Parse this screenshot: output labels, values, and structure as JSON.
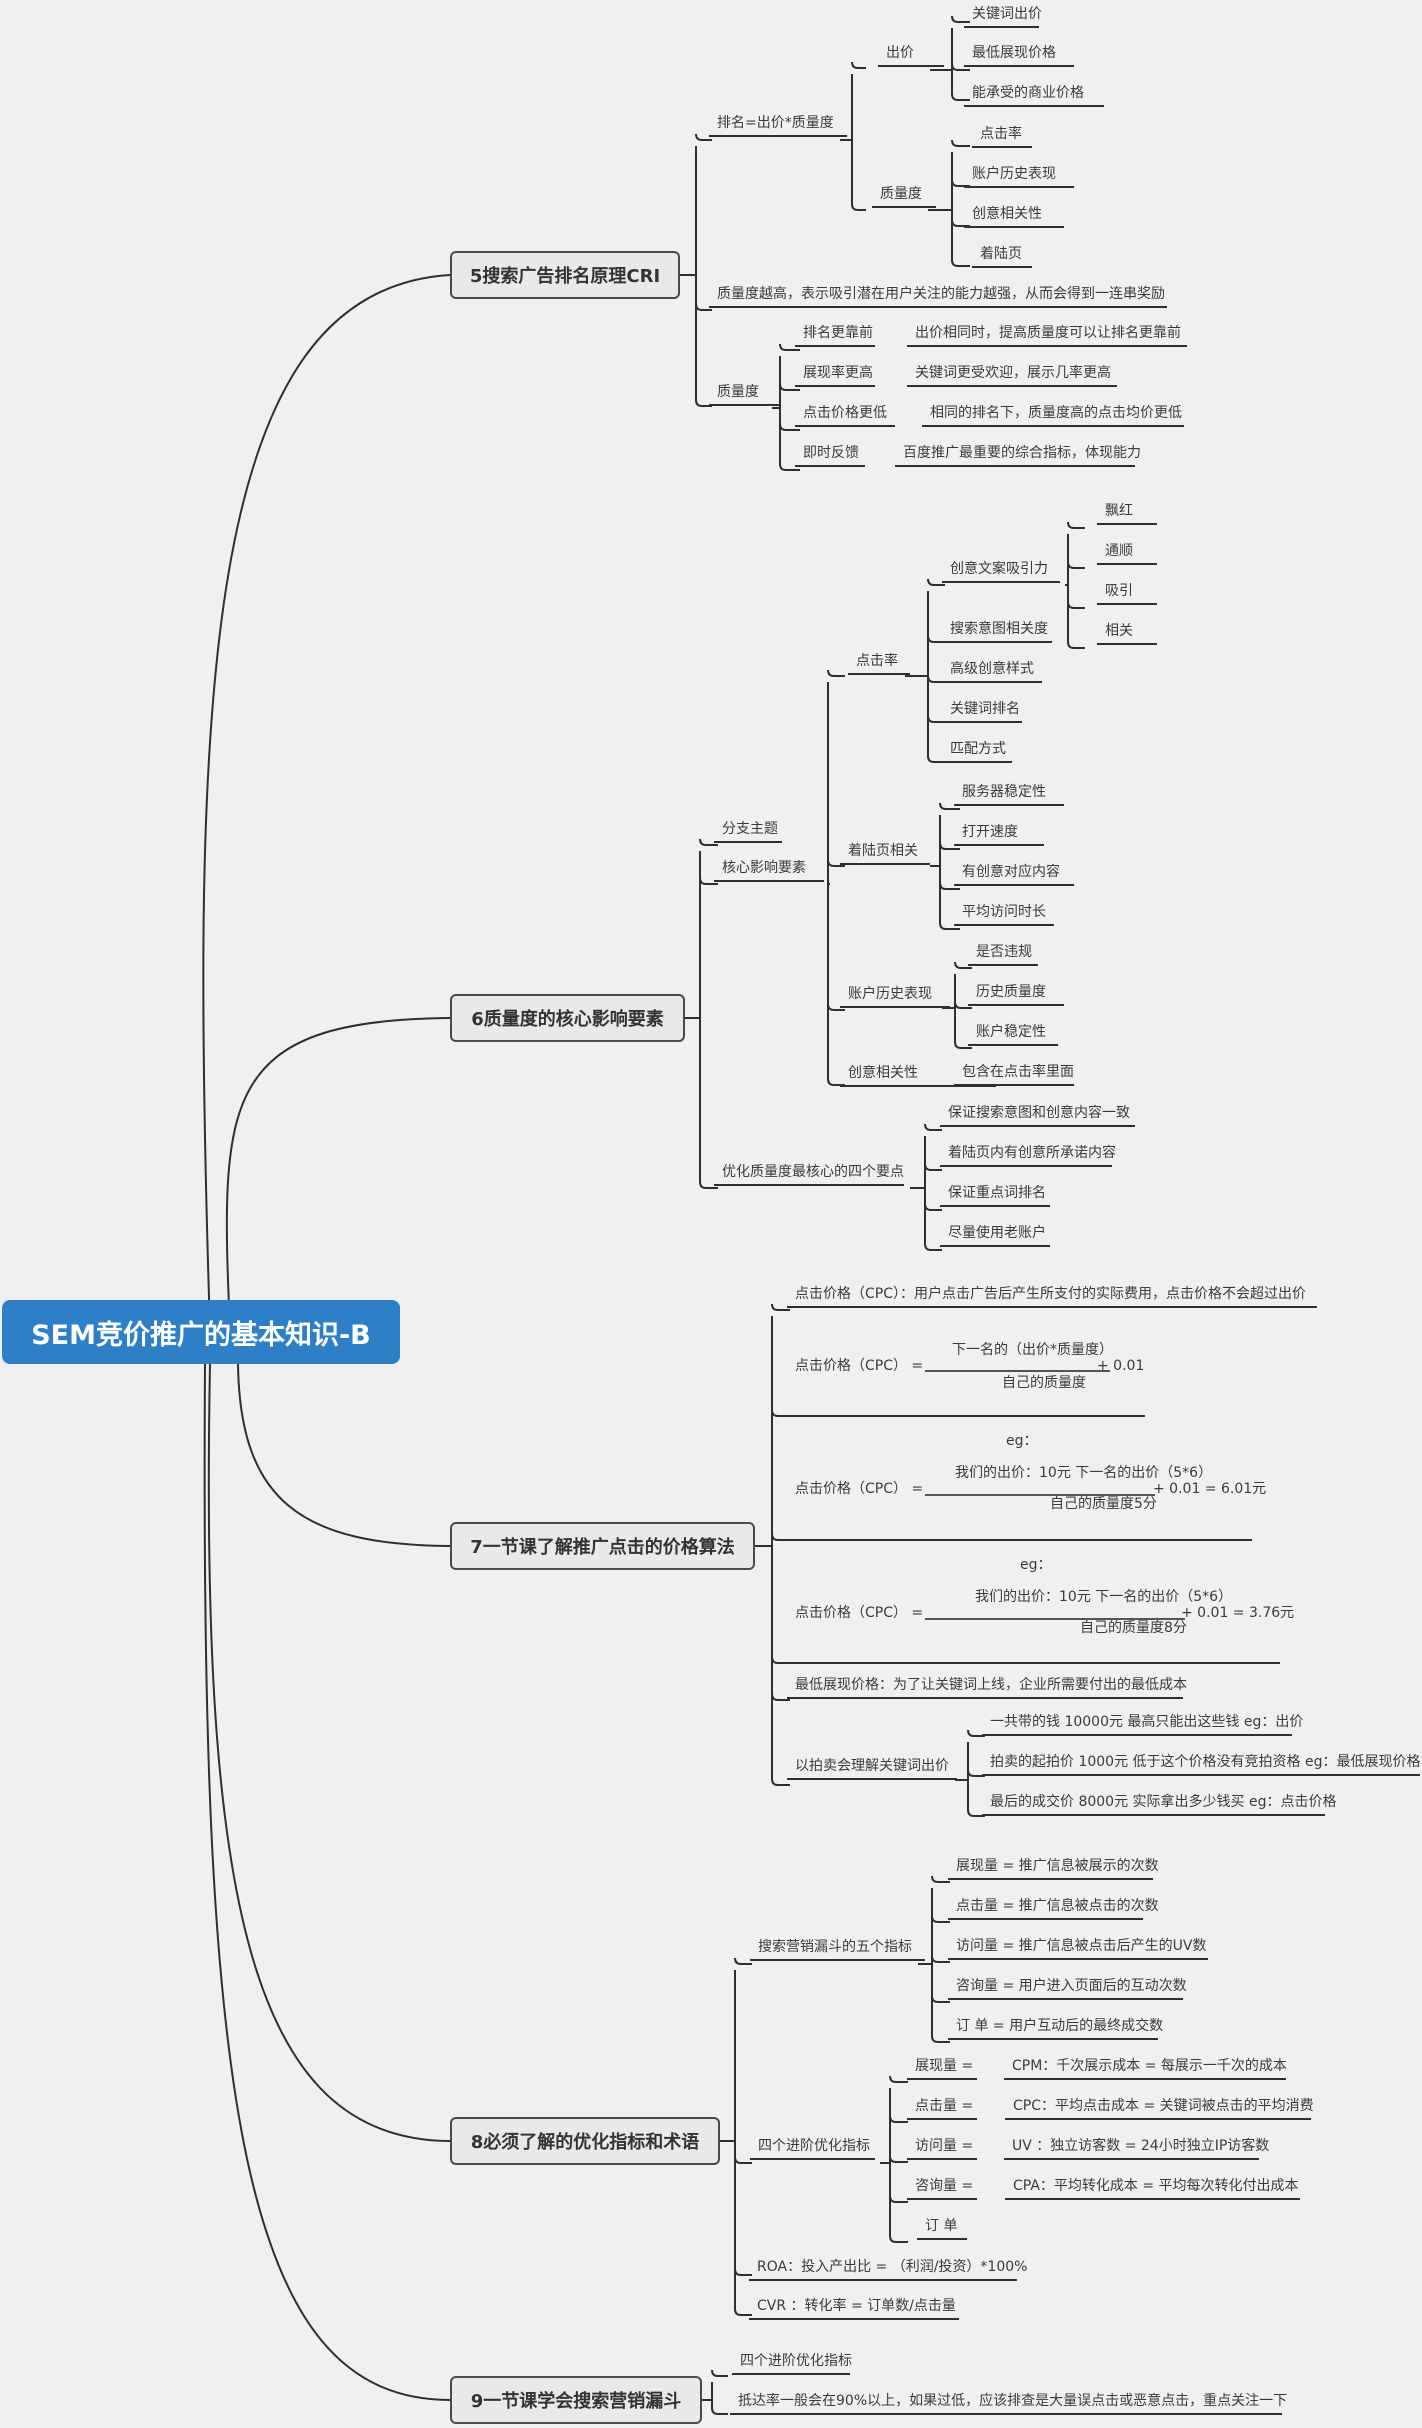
{
  "root": "SEM竞价推广的基本知识-B",
  "m5": {
    "title": "5搜索广告排名原理CRI",
    "rank": "排名=出价*质量度",
    "bid": "出价",
    "bid_items": [
      "关键词出价",
      "最低展现价格",
      "能承受的商业价格"
    ],
    "qd": "质量度",
    "qd_items": [
      "点击率",
      "账户历史表现",
      "创意相关性",
      "着陆页"
    ],
    "qd_note": "质量度越高，表示吸引潜在用户关注的能力越强，从而会得到一连串奖励",
    "qd2": "质量度",
    "qd2_items": [
      {
        "k": "排名更靠前",
        "v": "出价相同时，提高质量度可以让排名更靠前"
      },
      {
        "k": "展现率更高",
        "v": "关键词更受欢迎，展示几率更高"
      },
      {
        "k": "点击价格更低",
        "v": "相同的排名下，质量度高的点击均价更低"
      },
      {
        "k": "即时反馈",
        "v": "百度推广最重要的综合指标，体现能力"
      }
    ]
  },
  "m6": {
    "title": "6质量度的核心影响要素",
    "branch": "分支主题",
    "core": "核心影响要素",
    "ctr": "点击率",
    "creative": "创意文案吸引力",
    "creative_items": [
      "飘红",
      "通顺",
      "吸引",
      "相关"
    ],
    "ctr_items": [
      "搜索意图相关度",
      "高级创意样式",
      "关键词排名",
      "匹配方式"
    ],
    "landing": "着陆页相关",
    "landing_items": [
      "服务器稳定性",
      "打开速度",
      "有创意对应内容",
      "平均访问时长"
    ],
    "history": "账户历史表现",
    "history_items": [
      "是否违规",
      "历史质量度",
      "账户稳定性"
    ],
    "rel": "创意相关性",
    "rel_item": "包含在点击率里面",
    "opt": "优化质量度最核心的四个要点",
    "opt_items": [
      "保证搜索意图和创意内容一致",
      "着陆页内有创意所承诺内容",
      "保证重点词排名",
      "尽量使用老账户"
    ]
  },
  "m7": {
    "title": "7一节课了解推广点击的价格算法",
    "def": "点击价格（CPC）：用户点击广告后产生所支付的实际费用，点击价格不会超过出价",
    "cpc": "点击价格（CPC） =",
    "f1_num": "下一名的（出价*质量度）",
    "f1_den": "自己的质量度",
    "f1_tail": "+ 0.01",
    "eg": "eg：",
    "f2_num": "我们的出价：10元 下一名的出价（5*6）",
    "f2_den": "自己的质量度5分",
    "f2_tail": "+ 0.01 = 6.01元",
    "f3_num": "我们的出价：10元 下一名的出价（5*6）",
    "f3_den": "自己的质量度8分",
    "f3_tail": "+ 0.01 = 3.76元",
    "minshow": "最低展现价格：为了让关键词上线，企业所需要付出的最低成本",
    "auction": "以拍卖会理解关键词出价",
    "auction_items": [
      "一共带的钱 10000元 最高只能出这些钱 eg：出价",
      "拍卖的起拍价 1000元 低于这个价格没有竞拍资格 eg：最低展现价格",
      "最后的成交价 8000元 实际拿出多少钱买 eg：点击价格"
    ]
  },
  "m8": {
    "title": "8必须了解的优化指标和术语",
    "funnel": "搜索营销漏斗的五个指标",
    "funnel_items": [
      "展现量 = 推广信息被展示的次数",
      "点击量 = 推广信息被点击的次数",
      "访问量 = 推广信息被点击后产生的UV数",
      "咨询量 = 用户进入页面后的互动次数",
      "订 单 = 用户互动后的最终成交数"
    ],
    "adv": "四个进阶优化指标",
    "adv_items": [
      {
        "k": "展现量 =",
        "v": "CPM：千次展示成本 = 每展示一千次的成本"
      },
      {
        "k": "点击量 =",
        "v": "CPC：平均点击成本 = 关键词被点击的平均消费"
      },
      {
        "k": "访问量 =",
        "v": "UV ：独立访客数 = 24小时独立IP访客数"
      },
      {
        "k": "咨询量 =",
        "v": "CPA：平均转化成本 = 平均每次转化付出成本"
      },
      {
        "k": "订 单",
        "v": ""
      }
    ],
    "roa": "ROA：投入产出比 = （利润/投资）*100%",
    "cvr": "CVR ：转化率 = 订单数/点击量"
  },
  "m9": {
    "title": "9一节课学会搜索营销漏斗",
    "items": [
      "四个进阶优化指标",
      "抵达率一般会在90%以上，如果过低，应该排查是大量误点击或恶意点击，重点关注一下"
    ]
  }
}
